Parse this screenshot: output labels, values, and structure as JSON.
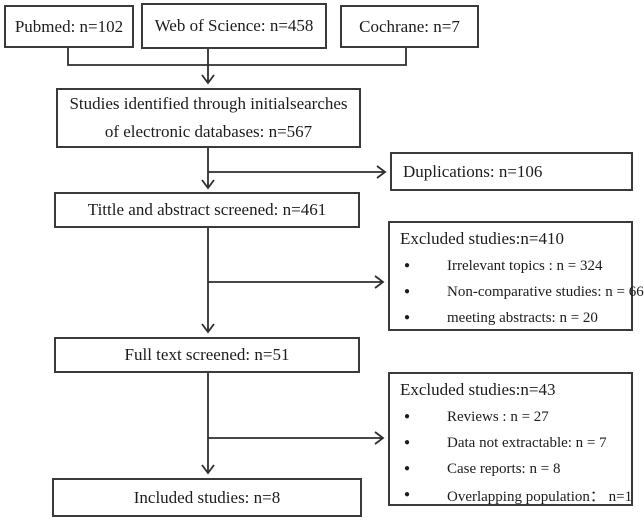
{
  "flowchart": {
    "sources": [
      {
        "label": "Pubmed: n=102"
      },
      {
        "label": "Web of Science: n=458"
      },
      {
        "label": "Cochrane: n=7"
      }
    ],
    "identified": {
      "line1": "Studies identified through initialsearches",
      "line2": "of electronic databases: n=567"
    },
    "duplications": {
      "label": "Duplications: n=106"
    },
    "title_abstract": {
      "label": "Tittle and abstract screened: n=461"
    },
    "excluded_title_abstract": {
      "title": "Excluded studies:n=410",
      "items": [
        "Irrelevant topics : n = 324",
        "Non-comparative studies: n = 66",
        "meeting abstracts: n = 20"
      ]
    },
    "full_text": {
      "label": "Full text screened: n=51"
    },
    "excluded_full_text": {
      "title": "Excluded studies:n=43",
      "items": [
        "Reviews : n = 27",
        "Data not extractable: n = 7",
        "Case reports: n = 8",
        "Overlapping population： n=1"
      ]
    },
    "included": {
      "label": "Included studies: n=8"
    },
    "bullet_glyph": "●",
    "colors": {
      "border": "#3a3a3a",
      "line": "#2e2e2e",
      "text": "#1c1c1c",
      "background": "#ffffff"
    }
  }
}
